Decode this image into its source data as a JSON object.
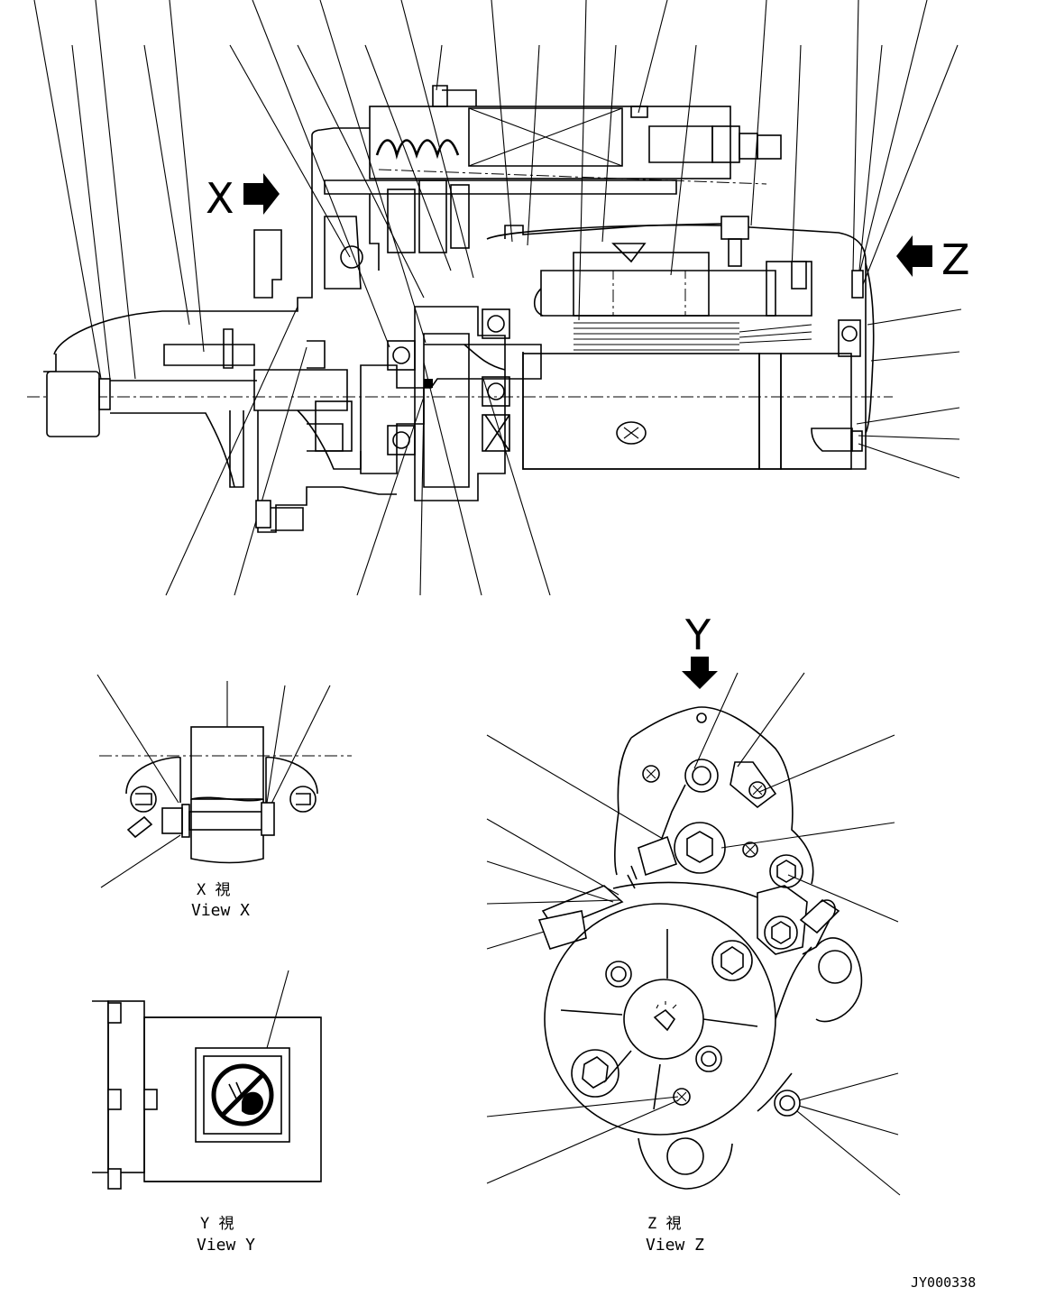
{
  "markers": {
    "view_x_marker": "X",
    "view_z_marker": "Z",
    "view_y_marker": "Y"
  },
  "views": {
    "x": {
      "jp": "X 視",
      "en": "View X"
    },
    "y": {
      "jp": "Y 視",
      "en": "View Y"
    },
    "z": {
      "jp": "Z 視",
      "en": "View Z"
    }
  },
  "drawing_id": "JY000338",
  "icons": [
    "arrow-right-icon",
    "arrow-left-icon",
    "arrow-down-icon",
    "no-water-spray-warning-icon"
  ]
}
